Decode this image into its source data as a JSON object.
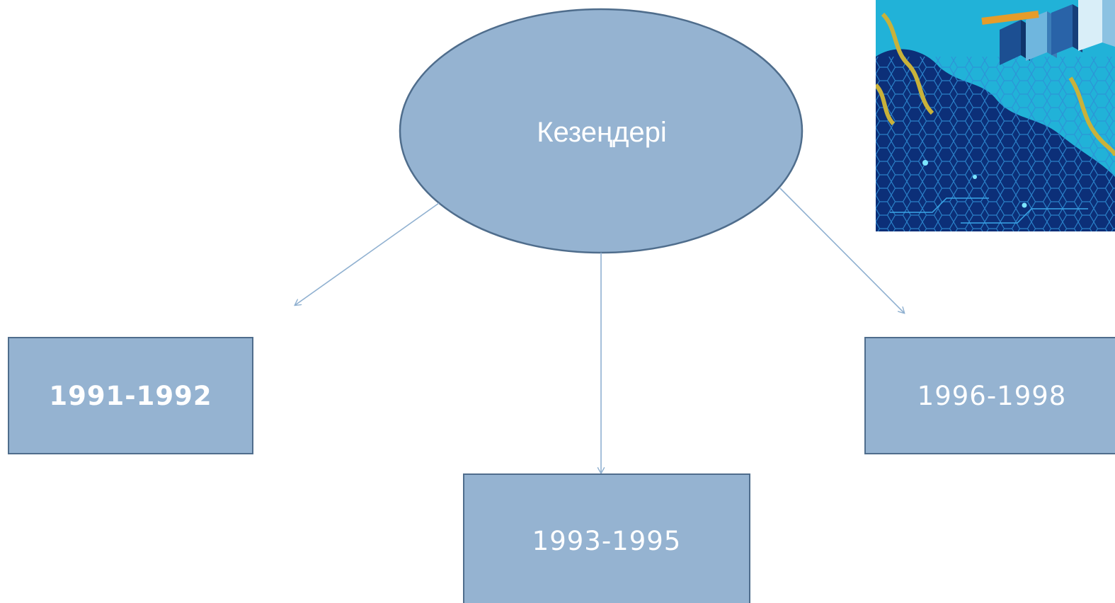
{
  "diagram": {
    "root": {
      "label": "Кезеңдері"
    },
    "nodes": [
      {
        "id": "left",
        "label": "1991-1992",
        "bold": true
      },
      {
        "id": "center",
        "label": "1993-1995",
        "bold": false
      },
      {
        "id": "right",
        "label": "1996-1998",
        "bold": false
      }
    ],
    "edges": [
      {
        "from": "root",
        "to": "left"
      },
      {
        "from": "root",
        "to": "center"
      },
      {
        "from": "root",
        "to": "right"
      }
    ]
  },
  "colors": {
    "shape_fill": "#95b3d1",
    "shape_border": "#4f6d8c",
    "connector": "#8fb0d0",
    "text": "#ffffff"
  },
  "illustration": {
    "icon": "kazakhstan-digital-economy-illustration"
  }
}
